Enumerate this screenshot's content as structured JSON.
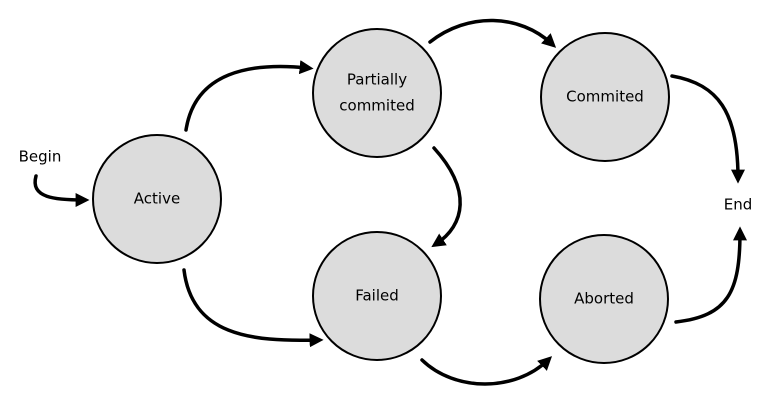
{
  "diagram": {
    "states": {
      "active": "Active",
      "partially_line1": "Partially",
      "partially_line2": "commited",
      "commited": "Commited",
      "failed": "Failed",
      "aborted": "Aborted"
    },
    "terminals": {
      "begin": "Begin",
      "end": "End"
    },
    "transitions": [
      {
        "from": "Begin",
        "to": "Active"
      },
      {
        "from": "Active",
        "to": "Partially commited"
      },
      {
        "from": "Active",
        "to": "Failed"
      },
      {
        "from": "Partially commited",
        "to": "Commited"
      },
      {
        "from": "Partially commited",
        "to": "Failed"
      },
      {
        "from": "Commited",
        "to": "End"
      },
      {
        "from": "Failed",
        "to": "Aborted"
      },
      {
        "from": "Aborted",
        "to": "End"
      }
    ],
    "colors": {
      "state_fill": "#dcdcdc",
      "stroke": "#000000",
      "background": "#ffffff"
    }
  }
}
